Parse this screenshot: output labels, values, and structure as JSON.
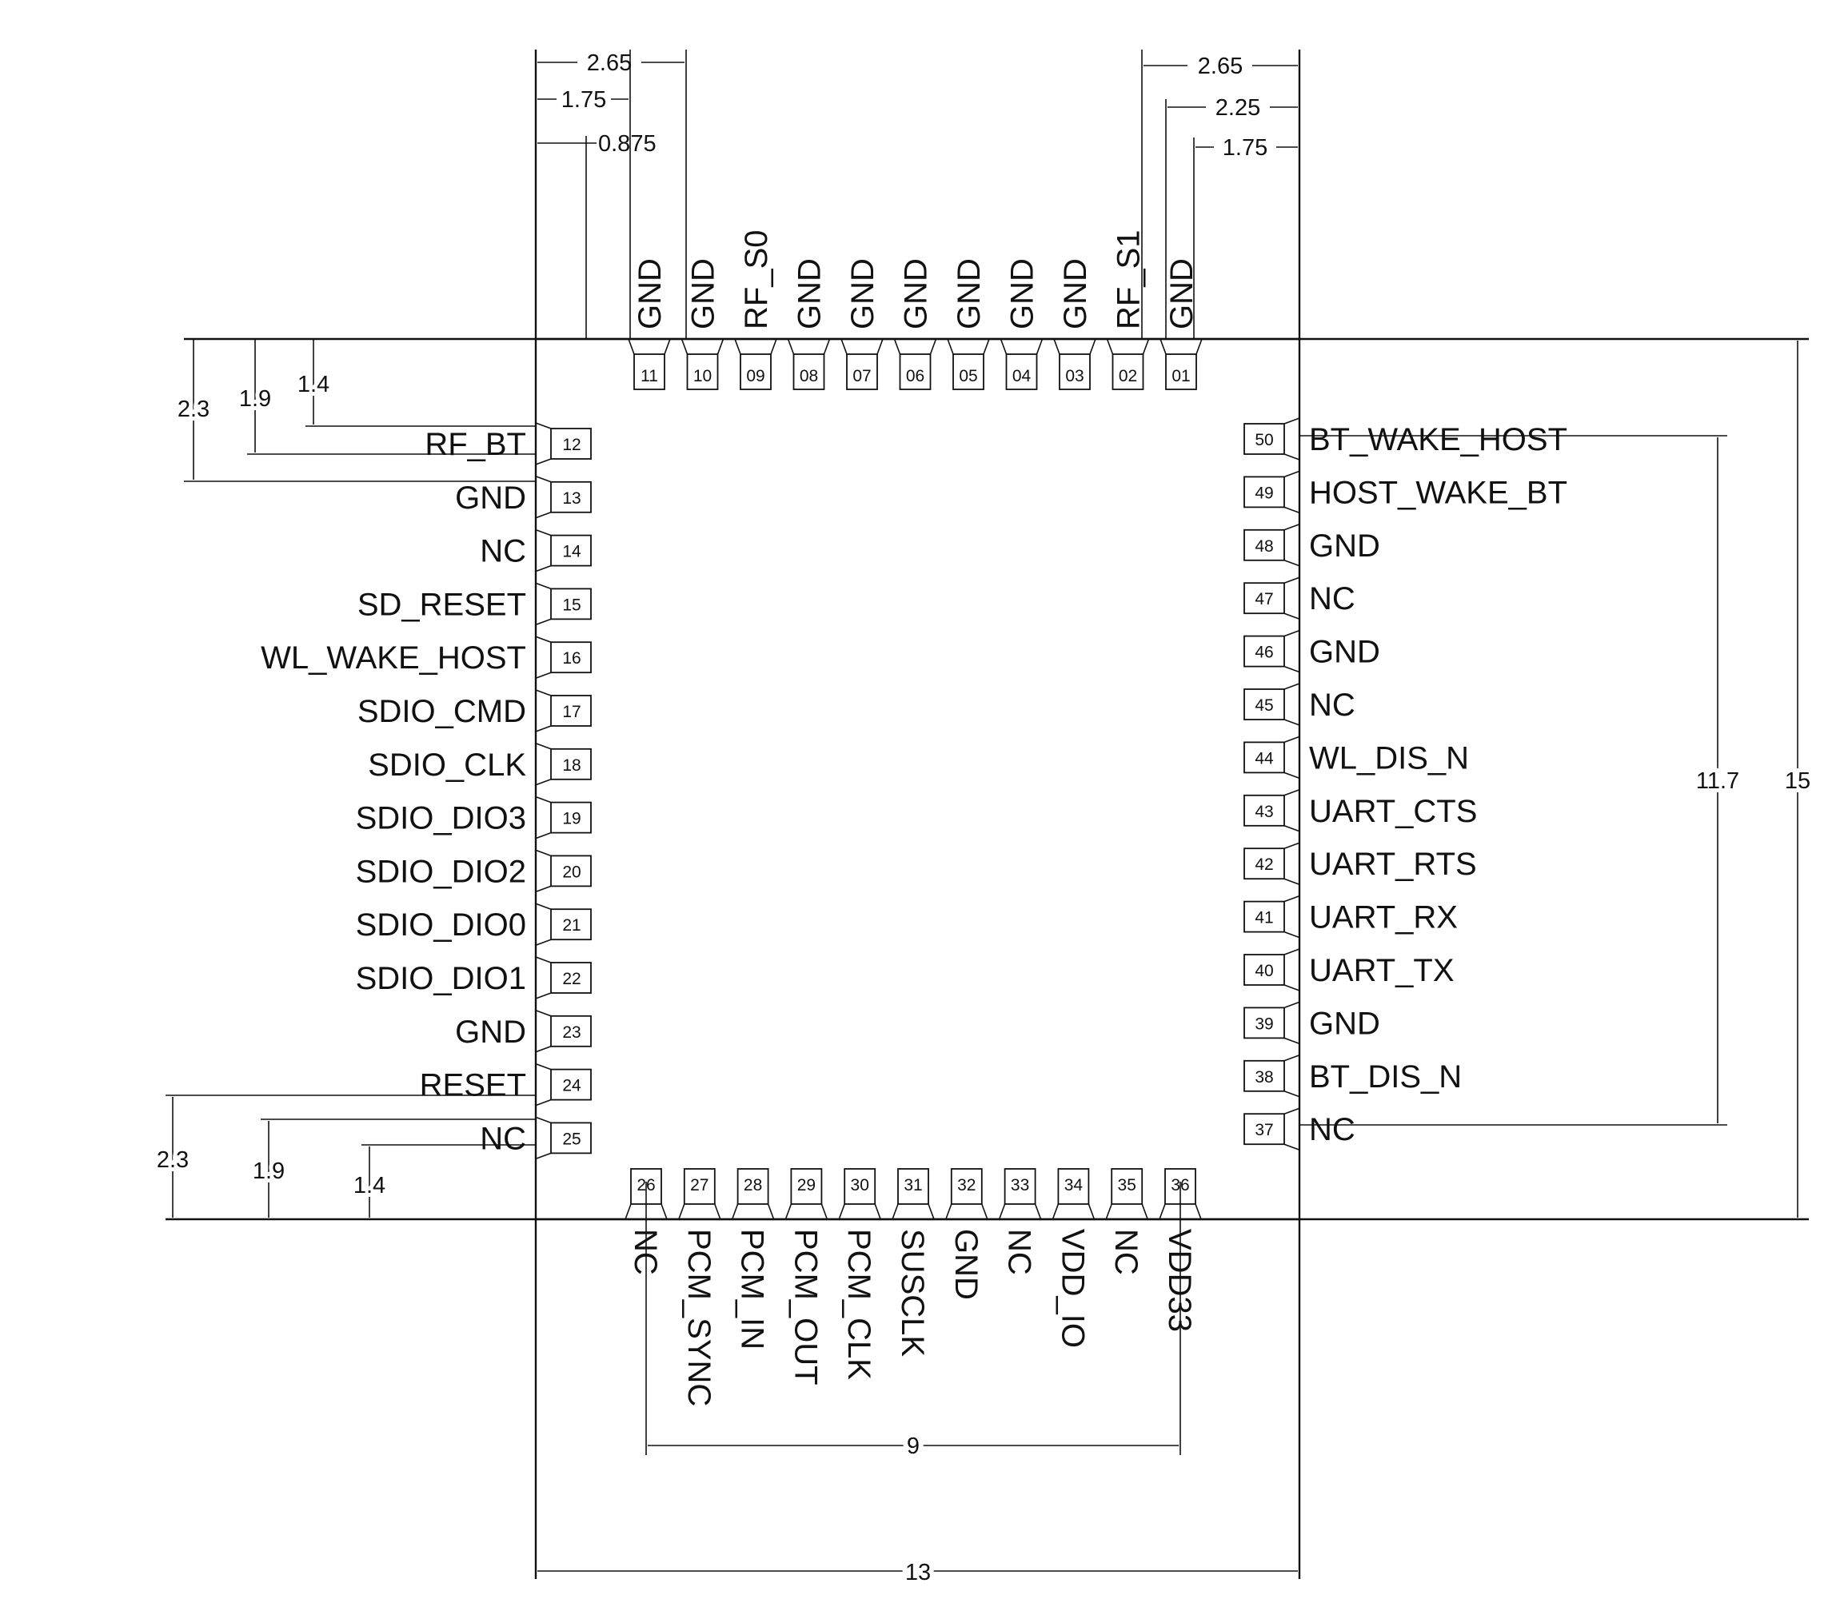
{
  "pins": {
    "top": [
      {
        "num": "11",
        "label": "GND"
      },
      {
        "num": "10",
        "label": "GND"
      },
      {
        "num": "09",
        "label": "RF_S0"
      },
      {
        "num": "08",
        "label": "GND"
      },
      {
        "num": "07",
        "label": "GND"
      },
      {
        "num": "06",
        "label": "GND"
      },
      {
        "num": "05",
        "label": "GND"
      },
      {
        "num": "04",
        "label": "GND"
      },
      {
        "num": "03",
        "label": "GND"
      },
      {
        "num": "02",
        "label": "RF_S1"
      },
      {
        "num": "01",
        "label": "GND"
      }
    ],
    "left": [
      {
        "num": "12",
        "label": "RF_BT"
      },
      {
        "num": "13",
        "label": "GND"
      },
      {
        "num": "14",
        "label": "NC"
      },
      {
        "num": "15",
        "label": "SD_RESET"
      },
      {
        "num": "16",
        "label": "WL_WAKE_HOST"
      },
      {
        "num": "17",
        "label": "SDIO_CMD"
      },
      {
        "num": "18",
        "label": "SDIO_CLK"
      },
      {
        "num": "19",
        "label": "SDIO_DIO3"
      },
      {
        "num": "20",
        "label": "SDIO_DIO2"
      },
      {
        "num": "21",
        "label": "SDIO_DIO0"
      },
      {
        "num": "22",
        "label": "SDIO_DIO1"
      },
      {
        "num": "23",
        "label": "GND"
      },
      {
        "num": "24",
        "label": "RESET"
      },
      {
        "num": "25",
        "label": "NC"
      }
    ],
    "right": [
      {
        "num": "50",
        "label": "BT_WAKE_HOST"
      },
      {
        "num": "49",
        "label": "HOST_WAKE_BT"
      },
      {
        "num": "48",
        "label": "GND"
      },
      {
        "num": "47",
        "label": "NC"
      },
      {
        "num": "46",
        "label": "GND"
      },
      {
        "num": "45",
        "label": "NC"
      },
      {
        "num": "44",
        "label": "WL_DIS_N"
      },
      {
        "num": "43",
        "label": "UART_CTS"
      },
      {
        "num": "42",
        "label": "UART_RTS"
      },
      {
        "num": "41",
        "label": "UART_RX"
      },
      {
        "num": "40",
        "label": "UART_TX"
      },
      {
        "num": "39",
        "label": "GND"
      },
      {
        "num": "38",
        "label": "BT_DIS_N"
      },
      {
        "num": "37",
        "label": "NC"
      }
    ],
    "bottom": [
      {
        "num": "26",
        "label": "NC"
      },
      {
        "num": "27",
        "label": "PCM_SYNC"
      },
      {
        "num": "28",
        "label": "PCM_IN"
      },
      {
        "num": "29",
        "label": "PCM_OUT"
      },
      {
        "num": "30",
        "label": "PCM_CLK"
      },
      {
        "num": "31",
        "label": "SUSCLK"
      },
      {
        "num": "32",
        "label": "GND"
      },
      {
        "num": "33",
        "label": "NC"
      },
      {
        "num": "34",
        "label": "VDD_IO"
      },
      {
        "num": "35",
        "label": "NC"
      },
      {
        "num": "36",
        "label": "VDD33"
      }
    ]
  },
  "dimensions": {
    "top_left_2_65": "2.65",
    "top_left_1_75": "1.75",
    "top_left_0_875": "0.875",
    "top_right_2_65": "2.65",
    "top_right_2_25": "2.25",
    "top_right_1_75": "1.75",
    "left_top_2_3": "2.3",
    "left_top_1_9": "1.9",
    "left_top_1_4": "1.4",
    "left_bottom_2_3": "2.3",
    "left_bottom_1_9": "1.9",
    "left_bottom_1_4": "1.4",
    "right_11_7": "11.7",
    "right_15": "15",
    "bottom_9": "9",
    "bottom_13": "13"
  }
}
